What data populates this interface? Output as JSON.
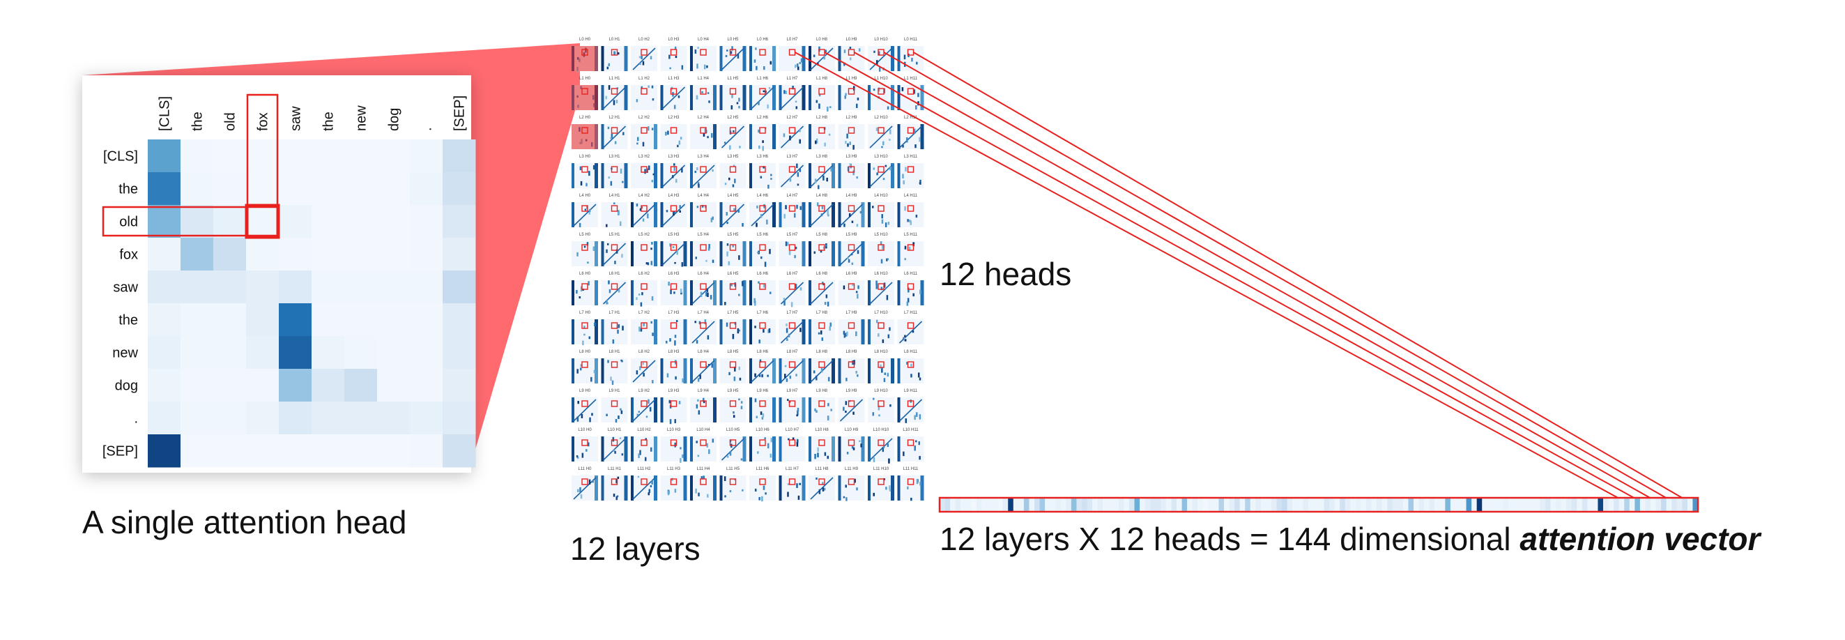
{
  "single_head": {
    "tokens": [
      "[CLS]",
      "the",
      "old",
      "fox",
      "saw",
      "the",
      "new",
      "dog",
      ".",
      "[SEP]"
    ],
    "attention": [
      [
        0.55,
        0.03,
        0.02,
        0.02,
        0.02,
        0.02,
        0.02,
        0.02,
        0.04,
        0.22
      ],
      [
        0.7,
        0.04,
        0.03,
        0.02,
        0.02,
        0.02,
        0.02,
        0.02,
        0.05,
        0.2
      ],
      [
        0.45,
        0.15,
        0.08,
        0.04,
        0.06,
        0.02,
        0.02,
        0.02,
        0.03,
        0.15
      ],
      [
        0.05,
        0.35,
        0.22,
        0.04,
        0.03,
        0.02,
        0.02,
        0.02,
        0.03,
        0.1
      ],
      [
        0.12,
        0.12,
        0.12,
        0.1,
        0.14,
        0.04,
        0.04,
        0.04,
        0.04,
        0.25
      ],
      [
        0.06,
        0.04,
        0.04,
        0.1,
        0.75,
        0.03,
        0.03,
        0.03,
        0.03,
        0.12
      ],
      [
        0.08,
        0.04,
        0.04,
        0.08,
        0.8,
        0.06,
        0.04,
        0.03,
        0.03,
        0.12
      ],
      [
        0.05,
        0.03,
        0.03,
        0.03,
        0.38,
        0.15,
        0.22,
        0.03,
        0.03,
        0.1
      ],
      [
        0.08,
        0.04,
        0.04,
        0.06,
        0.14,
        0.1,
        0.1,
        0.1,
        0.08,
        0.12
      ],
      [
        0.92,
        0.02,
        0.02,
        0.02,
        0.02,
        0.02,
        0.02,
        0.02,
        0.03,
        0.2
      ]
    ],
    "highlight_row": 2,
    "highlight_col": 3
  },
  "grid": {
    "layers": 12,
    "heads": 12,
    "title_prefix": "L",
    "title_mid": " H"
  },
  "vector": {
    "values": [
      0.15,
      0.2,
      0.05,
      0.1,
      0.05,
      0.05,
      0.03,
      0.08,
      0.05,
      0.05,
      0.05,
      0.04,
      0.1,
      0.95,
      0.05,
      0.05,
      0.35,
      0.05,
      0.2,
      0.35,
      0.05,
      0.05,
      0.08,
      0.05,
      0.1,
      0.4,
      0.15,
      0.2,
      0.15,
      0.05,
      0.1,
      0.05,
      0.05,
      0.05,
      0.1,
      0.05,
      0.15,
      0.5,
      0.05,
      0.1,
      0.15,
      0.15,
      0.1,
      0.05,
      0.15,
      0.05,
      0.4,
      0.05,
      0.1,
      0.05,
      0.03,
      0.05,
      0.05,
      0.3,
      0.05,
      0.1,
      0.2,
      0.05,
      0.3,
      0.05,
      0.1,
      0.05,
      0.05,
      0.1,
      0.2,
      0.25,
      0.1,
      0.05,
      0.05,
      0.1,
      0.05,
      0.05,
      0.05,
      0.15,
      0.1,
      0.05,
      0.2,
      0.1,
      0.05,
      0.08,
      0.05,
      0.1,
      0.05,
      0.1,
      0.05,
      0.15,
      0.1,
      0.1,
      0.05,
      0.35,
      0.05,
      0.1,
      0.05,
      0.1,
      0.05,
      0.05,
      0.45,
      0.05,
      0.05,
      0.05,
      0.6,
      0.05,
      0.97,
      0.05,
      0.05,
      0.05,
      0.05,
      0.08,
      0.05,
      0.05,
      0.05,
      0.05,
      0.05,
      0.05,
      0.1,
      0.15,
      0.05,
      0.08,
      0.05,
      0.1,
      0.15,
      0.05,
      0.15,
      0.05,
      0.05,
      0.92,
      0.1,
      0.05,
      0.15,
      0.05,
      0.3,
      0.05,
      0.45,
      0.05,
      0.1,
      0.05,
      0.1,
      0.25,
      0.05,
      0.15,
      0.1,
      0.2,
      0.05,
      0.6
    ],
    "highlighted_indices": [
      131,
      134,
      137,
      140,
      143
    ]
  },
  "labels": {
    "single_head": "A single attention head",
    "layers": "12 layers",
    "heads": "12 heads",
    "vector_prefix": "12 layers X 12 heads = 144 dimensional ",
    "vector_emph": "attention vector"
  },
  "colors": {
    "highlight": "#e8211f",
    "funnel": "#ff5a5f",
    "cmap_dark": "#08306b"
  }
}
